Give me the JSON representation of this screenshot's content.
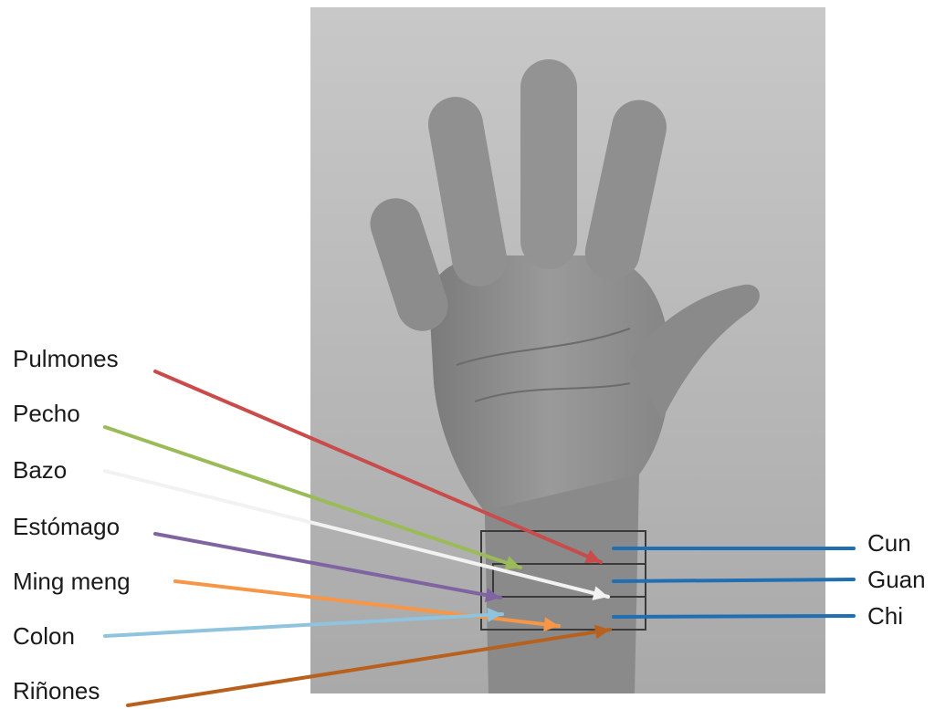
{
  "left_labels": [
    {
      "text": "Pulmones",
      "color": "#c94b4b"
    },
    {
      "text": "Pecho",
      "color": "#9bbb59"
    },
    {
      "text": "Bazo",
      "color": "#f2f2f2"
    },
    {
      "text": "Estómago",
      "color": "#8064a2"
    },
    {
      "text": "Ming meng",
      "color": "#f79646"
    },
    {
      "text": "Colon",
      "color": "#8fc3de"
    },
    {
      "text": "Riñones",
      "color": "#b8611f"
    }
  ],
  "right_labels": [
    {
      "text": "Cun",
      "color": "#1f6fb2"
    },
    {
      "text": "Guan",
      "color": "#1f6fb2"
    },
    {
      "text": "Chi",
      "color": "#1f6fb2"
    }
  ],
  "photo": {
    "subject": "hand-palm-photo",
    "tone": "grayscale"
  },
  "pulse_box_color": "#3a3a3a"
}
